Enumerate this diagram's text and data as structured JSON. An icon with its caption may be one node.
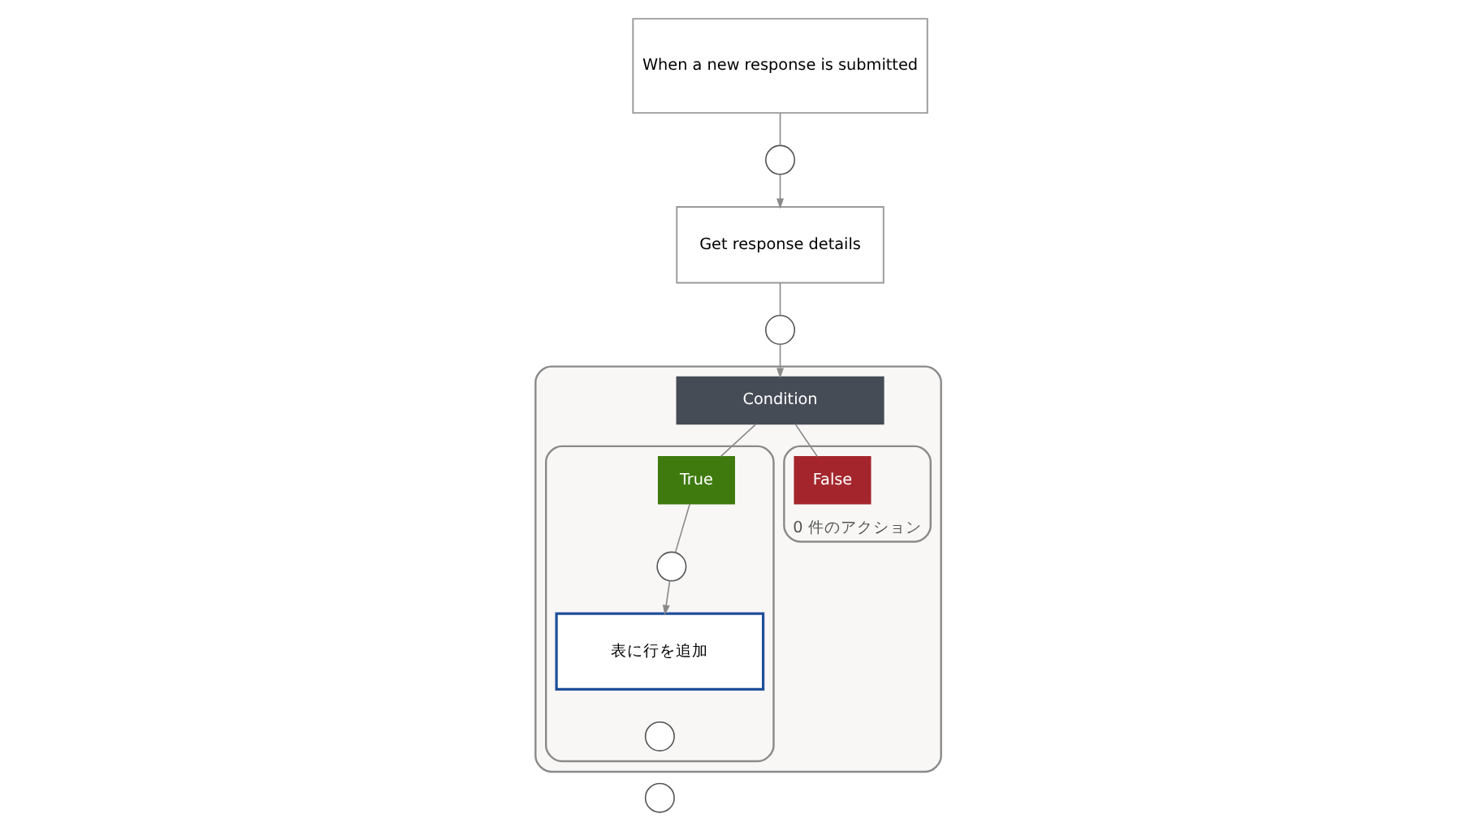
{
  "diagram": {
    "nodes": [
      {
        "text": [
          "When a new response is submitted"
        ]
      },
      {
        "text": [],
        "shape": "circle"
      },
      {
        "text": [
          "Get response details"
        ]
      },
      {
        "text": [],
        "shape": "circle"
      },
      {
        "text": [],
        "shape": "box"
      },
      {
        "text": [
          "Condition"
        ],
        "in": 4
      },
      {
        "text": [],
        "shape": "box",
        "in": 4
      },
      {
        "text": [
          "True"
        ],
        "in": 6
      },
      {
        "text": [],
        "shape": "circle",
        "in": 6
      },
      {
        "text": [
          "表に行を追加"
        ],
        "in": 6
      },
      {
        "text": [],
        "shape": "circle",
        "in": 6
      },
      {
        "text": [
          "0 件のアクション"
        ],
        "in": 4
      },
      {
        "text": [
          "False"
        ],
        "in": 11
      },
      {
        "text": [],
        "shape": "circle"
      }
    ],
    "edges": [
      {
        "from": 0,
        "to": 1,
        "arrow": "none"
      },
      {
        "from": 1,
        "to": 2,
        "arrow": "to"
      },
      {
        "from": 2,
        "to": 3,
        "arrow": "none"
      },
      {
        "from": 3,
        "to": 5,
        "arrow": "to"
      },
      {
        "from": 5,
        "to": 7,
        "arrow": "none"
      },
      {
        "from": 5,
        "to": 12,
        "arrow": "none"
      },
      {
        "from": 7,
        "to": 8,
        "arrow": "none"
      },
      {
        "from": 8,
        "to": 9,
        "arrow": "to"
      }
    ]
  }
}
